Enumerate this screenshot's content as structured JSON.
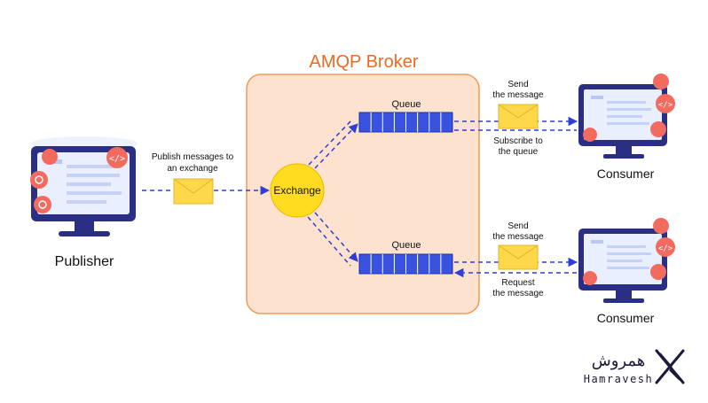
{
  "broker": {
    "title": "AMQP Broker"
  },
  "publisher": {
    "label": "Publisher",
    "edge_label_line1": "Publish messages to",
    "edge_label_line2": "an exchange"
  },
  "exchange": {
    "label": "Exchange"
  },
  "queue_top": {
    "label": "Queue",
    "cells": 8
  },
  "queue_bottom": {
    "label": "Queue",
    "cells": 8
  },
  "consumer_top": {
    "label": "Consumer",
    "send_line1": "Send",
    "send_line2": "the message",
    "subscribe_line1": "Subscribe to",
    "subscribe_line2": "the queue"
  },
  "consumer_bottom": {
    "label": "Consumer",
    "send_line1": "Send",
    "send_line2": "the message",
    "request_line1": "Request",
    "request_line2": "the message"
  },
  "logo": {
    "persian_text": "همروش",
    "name": "Hamravesh"
  },
  "colors": {
    "broker_fill": "#fde3cf",
    "broker_stroke": "#f39a55",
    "broker_title": "#ee6a1f",
    "queue_fill": "#3a52e0",
    "arrow": "#2f3fd4",
    "exchange_fill": "#ffdc1f",
    "envelope": "#ffd84a",
    "monitor": "#2b2f83",
    "screen": "#e9efff"
  }
}
